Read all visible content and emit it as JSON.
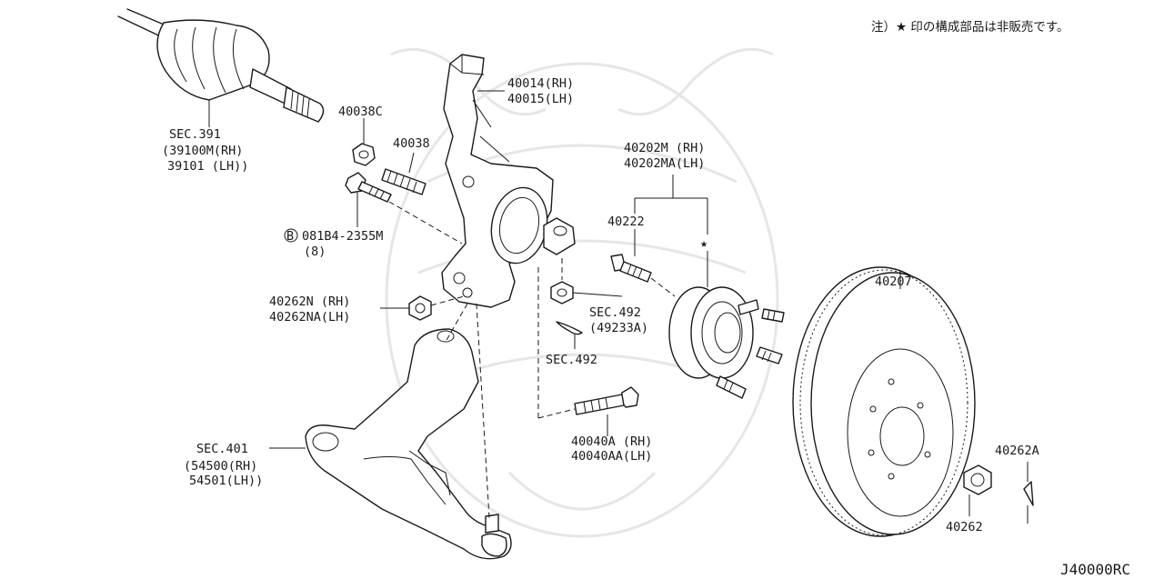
{
  "note": "注）★ 印の構成部品は非販売です。",
  "diagram_code": "J40000RC",
  "labels": {
    "sec391": "SEC.391",
    "p39100m": "(39100M(RH)",
    "p39101": "39101  (LH))",
    "p40038c": "40038C",
    "p40038": "40038",
    "bolt_code": "081B4-2355M",
    "bolt_qty": "(8)",
    "bolt_prefix": "B",
    "p40014": "40014(RH)",
    "p40015": "40015(LH)",
    "p40202m": "40202M  (RH)",
    "p40202ma": "40202MA(LH)",
    "p40222": "40222",
    "star": "★",
    "p40207": "40207",
    "p40262n": "40262N  (RH)",
    "p40262na": "40262NA(LH)",
    "sec492a": "SEC.492",
    "p49233a": "(49233A)",
    "sec492b": "SEC.492",
    "p40040a": "40040A  (RH)",
    "p40040aa": "40040AA(LH)",
    "sec401": "SEC.401",
    "p54500": "(54500(RH)",
    "p54501": "54501(LH))",
    "p40262a": "40262A",
    "p40262": "40262"
  }
}
